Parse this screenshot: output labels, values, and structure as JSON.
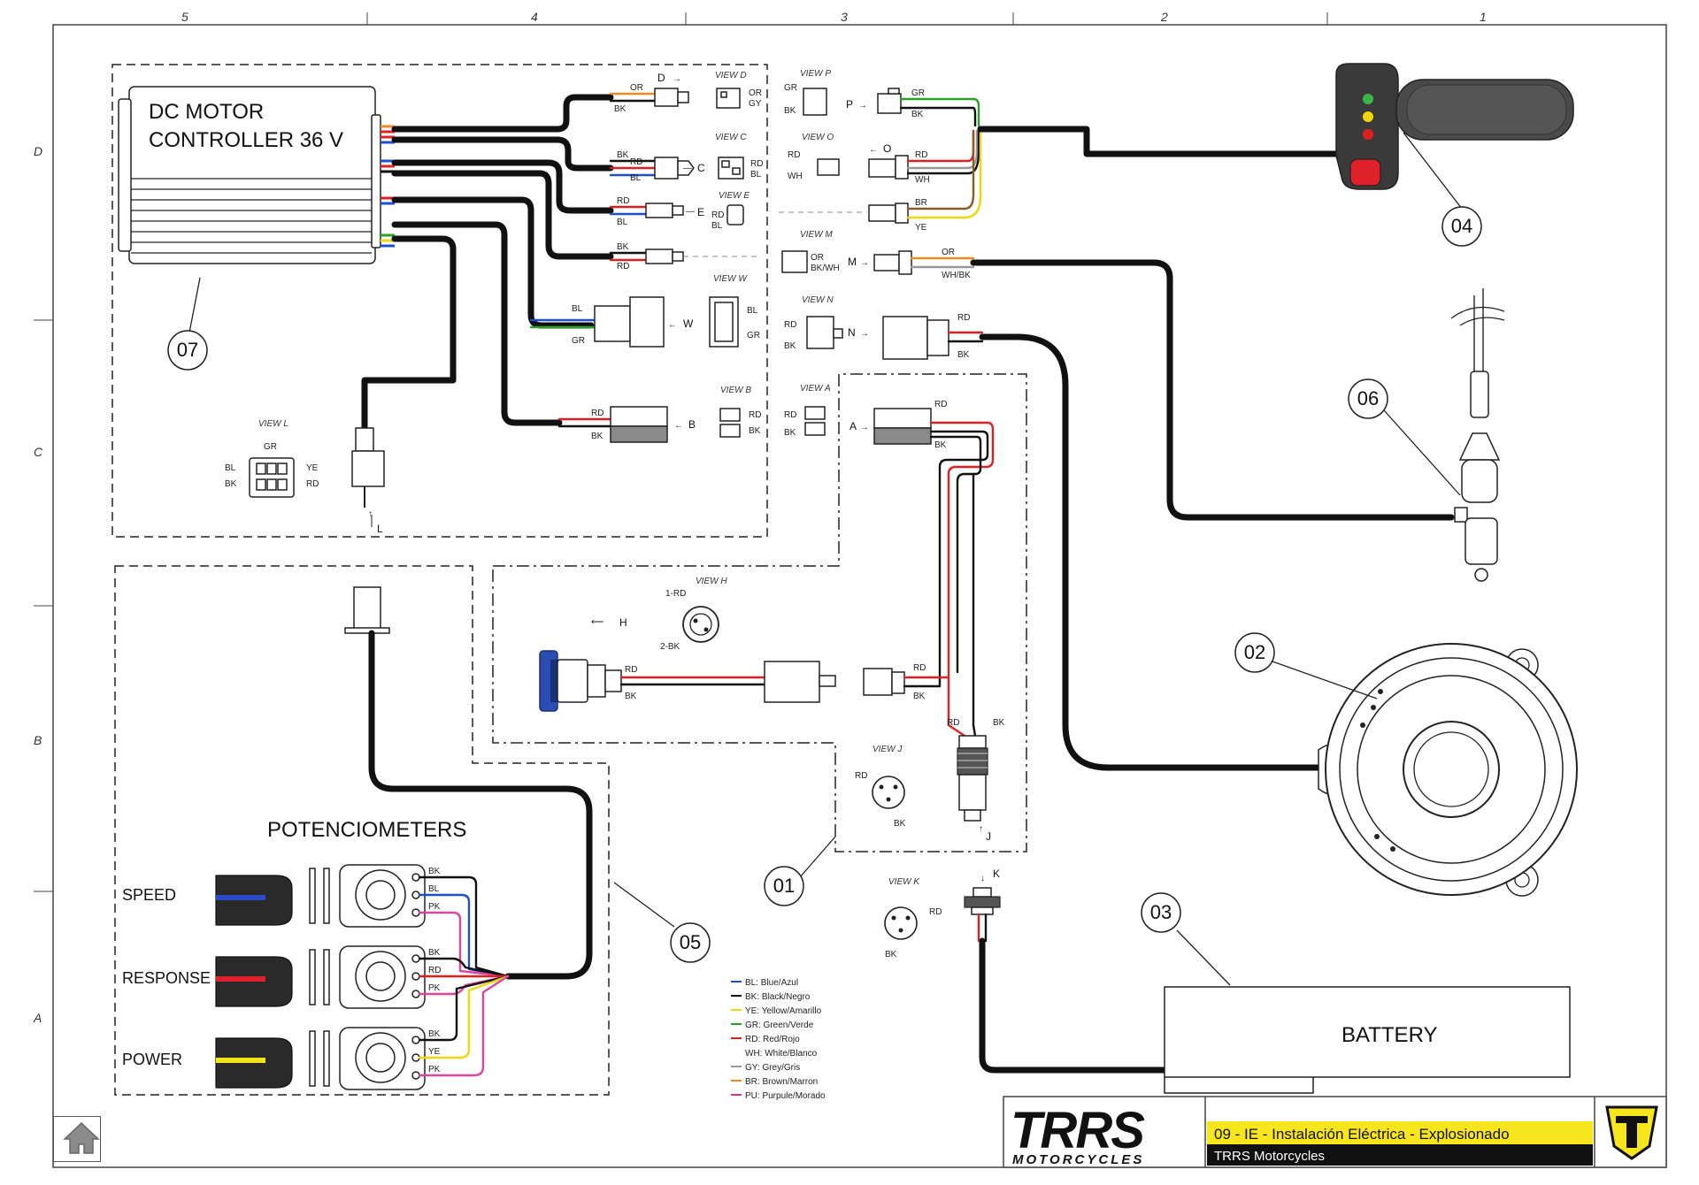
{
  "ruler": {
    "columns": [
      "5",
      "4",
      "3",
      "2",
      "1"
    ],
    "rows": [
      "D",
      "C",
      "B",
      "A"
    ]
  },
  "controller": {
    "title_line1": "DC MOTOR",
    "title_line2": "CONTROLLER  36 V",
    "callout": "07"
  },
  "views": {
    "d": {
      "label": "VIEW D",
      "pins": [
        "OR",
        "GY"
      ]
    },
    "c": {
      "label": "VIEW C",
      "pins": [
        "RD",
        "BL"
      ]
    },
    "e": {
      "label": "VIEW E",
      "pins": [
        "RD",
        "BL"
      ]
    },
    "w": {
      "label": "VIEW W",
      "pins": [
        "BL",
        "GR"
      ]
    },
    "b": {
      "label": "VIEW B",
      "pins": [
        "RD",
        "BK"
      ]
    },
    "l": {
      "label": "VIEW L",
      "pins": [
        "GR",
        "BL",
        "YE",
        "BK",
        "RD"
      ]
    },
    "p": {
      "label": "VIEW P",
      "pins": [
        "GR",
        "BK"
      ]
    },
    "o": {
      "label": "VIEW O",
      "pins": [
        "RD",
        "WH"
      ]
    },
    "m": {
      "label": "VIEW M",
      "pins": [
        "OR",
        "BK/WH"
      ]
    },
    "n": {
      "label": "VIEW N",
      "pins": [
        "RD",
        "BK"
      ]
    },
    "a": {
      "label": "VIEW A",
      "pins": [
        "RD",
        "BK"
      ]
    },
    "h": {
      "label": "VIEW H",
      "pins": [
        "1-RD",
        "2-BK"
      ]
    },
    "j": {
      "label": "VIEW J",
      "pins": [
        "RD",
        "BK"
      ]
    },
    "k": {
      "label": "VIEW K",
      "pins": [
        "RD",
        "BK"
      ]
    }
  },
  "connectors": {
    "d": {
      "letter": "D",
      "wires": [
        "OR",
        "BK"
      ]
    },
    "c": {
      "letter": "C",
      "wires": [
        "BK",
        "RD",
        "BL"
      ]
    },
    "e": {
      "letter": "E",
      "wires": [
        "RD",
        "BL"
      ]
    },
    "f": {
      "wires": [
        "BK",
        "RD"
      ]
    },
    "w": {
      "letter": "W",
      "wires": [
        "BL",
        "GR"
      ]
    },
    "b": {
      "letter": "B",
      "wires": [
        "RD",
        "BK"
      ]
    },
    "l": {
      "letter": "L"
    },
    "p": {
      "letter": "P",
      "wires": [
        "GR",
        "BK"
      ]
    },
    "o": {
      "letter": "O",
      "wires": [
        "RD",
        "WH"
      ]
    },
    "br": {
      "wires": [
        "BR",
        "YE"
      ]
    },
    "m": {
      "letter": "M",
      "wires": [
        "OR",
        "WH/BK"
      ]
    },
    "n": {
      "letter": "N",
      "wires": [
        "RD",
        "BK"
      ]
    },
    "a": {
      "letter": "A",
      "wires": [
        "RD",
        "BK"
      ]
    },
    "h": {
      "letter": "H",
      "wires": [
        "RD",
        "BK"
      ],
      "wires2": [
        "RD",
        "BK"
      ]
    },
    "j": {
      "letter": "J",
      "wires": [
        "RD",
        "BK"
      ]
    },
    "k": {
      "letter": "K"
    }
  },
  "callouts": {
    "c01": "01",
    "c02": "02",
    "c03": "03",
    "c04": "04",
    "c05": "05",
    "c06": "06"
  },
  "battery": {
    "label": "BATTERY"
  },
  "potentiometers": {
    "title": "POTENCIOMETERS",
    "items": [
      {
        "label": "SPEED",
        "wires": [
          "BK",
          "BL",
          "PK"
        ],
        "accent": "#2a4cc8"
      },
      {
        "label": "RESPONSE",
        "wires": [
          "BK",
          "RD",
          "PK"
        ],
        "accent": "#e0202a"
      },
      {
        "label": "POWER",
        "wires": [
          "BK",
          "YE",
          "PK"
        ],
        "accent": "#f2e21a"
      }
    ]
  },
  "legend": [
    {
      "text": "BL: Blue/Azul",
      "color": "#1f4fd1"
    },
    {
      "text": "BK: Black/Negro",
      "color": "#111111"
    },
    {
      "text": "YE: Yellow/Amarillo",
      "color": "#f2d60a"
    },
    {
      "text": "GR: Green/Verde",
      "color": "#2aa02a"
    },
    {
      "text": "RD: Red/Rojo",
      "color": "#e02020"
    },
    {
      "text": "WH: White/Blanco",
      "color": "#ffffff"
    },
    {
      "text": "GY: Grey/Gris",
      "color": "#9a9a9a"
    },
    {
      "text": "BR: Brown/Marron",
      "color": "#8b5a2b"
    },
    {
      "text": "PU: Purpule/Morado",
      "color": "#d6338f"
    }
  ],
  "titleblock": {
    "logo_main": "TRRS",
    "logo_sub": "MOTORCYCLES",
    "drawing_title": "09 - IE - Instalación Eléctrica - Explosionado",
    "company": "TRRS Motorcycles"
  },
  "colors": {
    "title_bar": "#f7e51d",
    "emblem_yellow": "#f7e51d",
    "wire_black": "#111111",
    "wire_red": "#e02020",
    "wire_blue": "#1f4fd1",
    "wire_yellow": "#f2d60a",
    "wire_green": "#2aa02a",
    "wire_orange": "#f08a24",
    "wire_pink": "#e0459e",
    "wire_brown": "#8b5a2b"
  }
}
